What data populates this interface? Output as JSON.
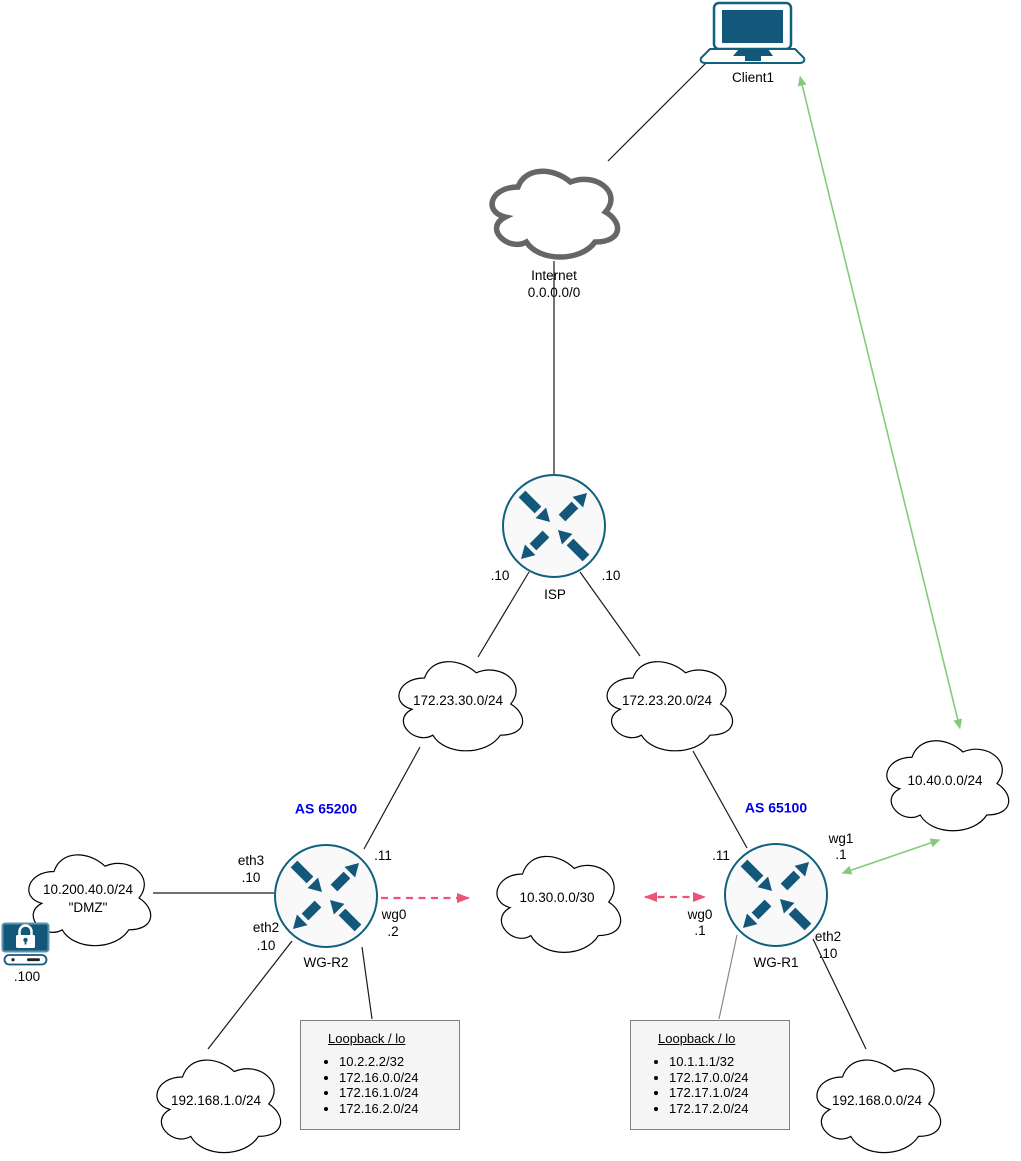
{
  "nodes": {
    "client1": {
      "label": "Client1"
    },
    "internet": {
      "label": "Internet",
      "cidr": "0.0.0.0/0"
    },
    "isp": {
      "label": "ISP",
      "left_if_ip": ".10",
      "right_if_ip": ".10"
    },
    "wg_r2": {
      "label": "WG-R2",
      "as_label": "AS 65200",
      "uplink_ip": ".11",
      "eth3_label": "eth3",
      "eth3_ip": ".10",
      "eth2_label": "eth2",
      "eth2_ip": ".10",
      "wg0_label": "wg0",
      "wg0_ip": ".2"
    },
    "wg_r1": {
      "label": "WG-R1",
      "as_label": "AS 65100",
      "uplink_ip": ".11",
      "wg1_label": "wg1",
      "wg1_ip": ".1",
      "wg0_label": "wg0",
      "wg0_ip": ".1",
      "eth2_label": "eth2",
      "eth2_ip": ".10"
    },
    "secure_host": {
      "ip": ".100"
    }
  },
  "clouds": {
    "transit_wgr2": "172.23.30.0/24",
    "transit_wgr1": "172.23.20.0/24",
    "wg_tunnel": "10.30.0.0/30",
    "dmz_cidr": "10.200.40.0/24",
    "dmz_name": "\"DMZ\"",
    "lan_wgr2": "192.168.1.0/24",
    "lan_wgr1": "192.168.0.0/24",
    "vpn_remote": "10.40.0.0/24"
  },
  "loopbacks": {
    "wg_r2": {
      "title": "Loopback / lo",
      "items": [
        "10.2.2.2/32",
        "172.16.0.0/24",
        "172.16.1.0/24",
        "172.16.2.0/24"
      ]
    },
    "wg_r1": {
      "title": "Loopback / lo",
      "items": [
        "10.1.1.1/32",
        "172.17.0.0/24",
        "172.17.1.0/24",
        "172.17.2.0/24"
      ]
    }
  },
  "icons": {
    "router": "router-icon",
    "cloud": "cloud-icon",
    "laptop": "laptop-icon",
    "secure_host": "locked-monitor-icon"
  },
  "colors": {
    "node_teal": "#13587a",
    "node_border_teal": "#10607f",
    "as_blue": "#0000e8",
    "tunnel_pink": "#ee5377",
    "vpn_green": "#85c97d",
    "internet_cloud_gray": "#666666"
  }
}
